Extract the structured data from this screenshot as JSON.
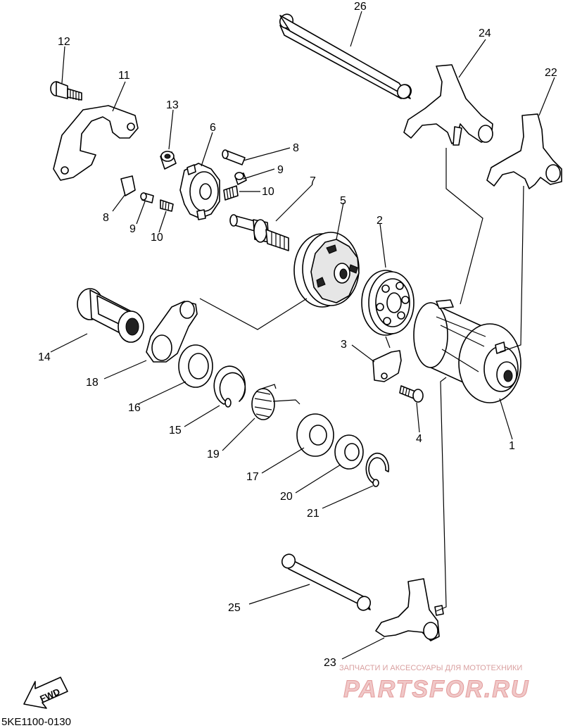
{
  "diagram_code": "5KE1100-0130",
  "fwd_label": "FWD",
  "watermark": {
    "tagline": "ЗАПЧАСТИ И АКСЕССУАРЫ ДЛЯ МОТОТЕХНИКИ",
    "site": "PARTSFOR.RU"
  },
  "callouts": {
    "c1": "1",
    "c2": "2",
    "c3": "3",
    "c4": "4",
    "c5": "5",
    "c6": "6",
    "c7": "7",
    "c8a": "8",
    "c8b": "8",
    "c9a": "9",
    "c9b": "9",
    "c10a": "10",
    "c10b": "10",
    "c11": "11",
    "c12": "12",
    "c13": "13",
    "c14": "14",
    "c15": "15",
    "c16": "16",
    "c17": "17",
    "c18": "18",
    "c19": "19",
    "c20": "20",
    "c21": "21",
    "c22": "22",
    "c23": "23",
    "c24": "24",
    "c25": "25",
    "c26": "26"
  }
}
